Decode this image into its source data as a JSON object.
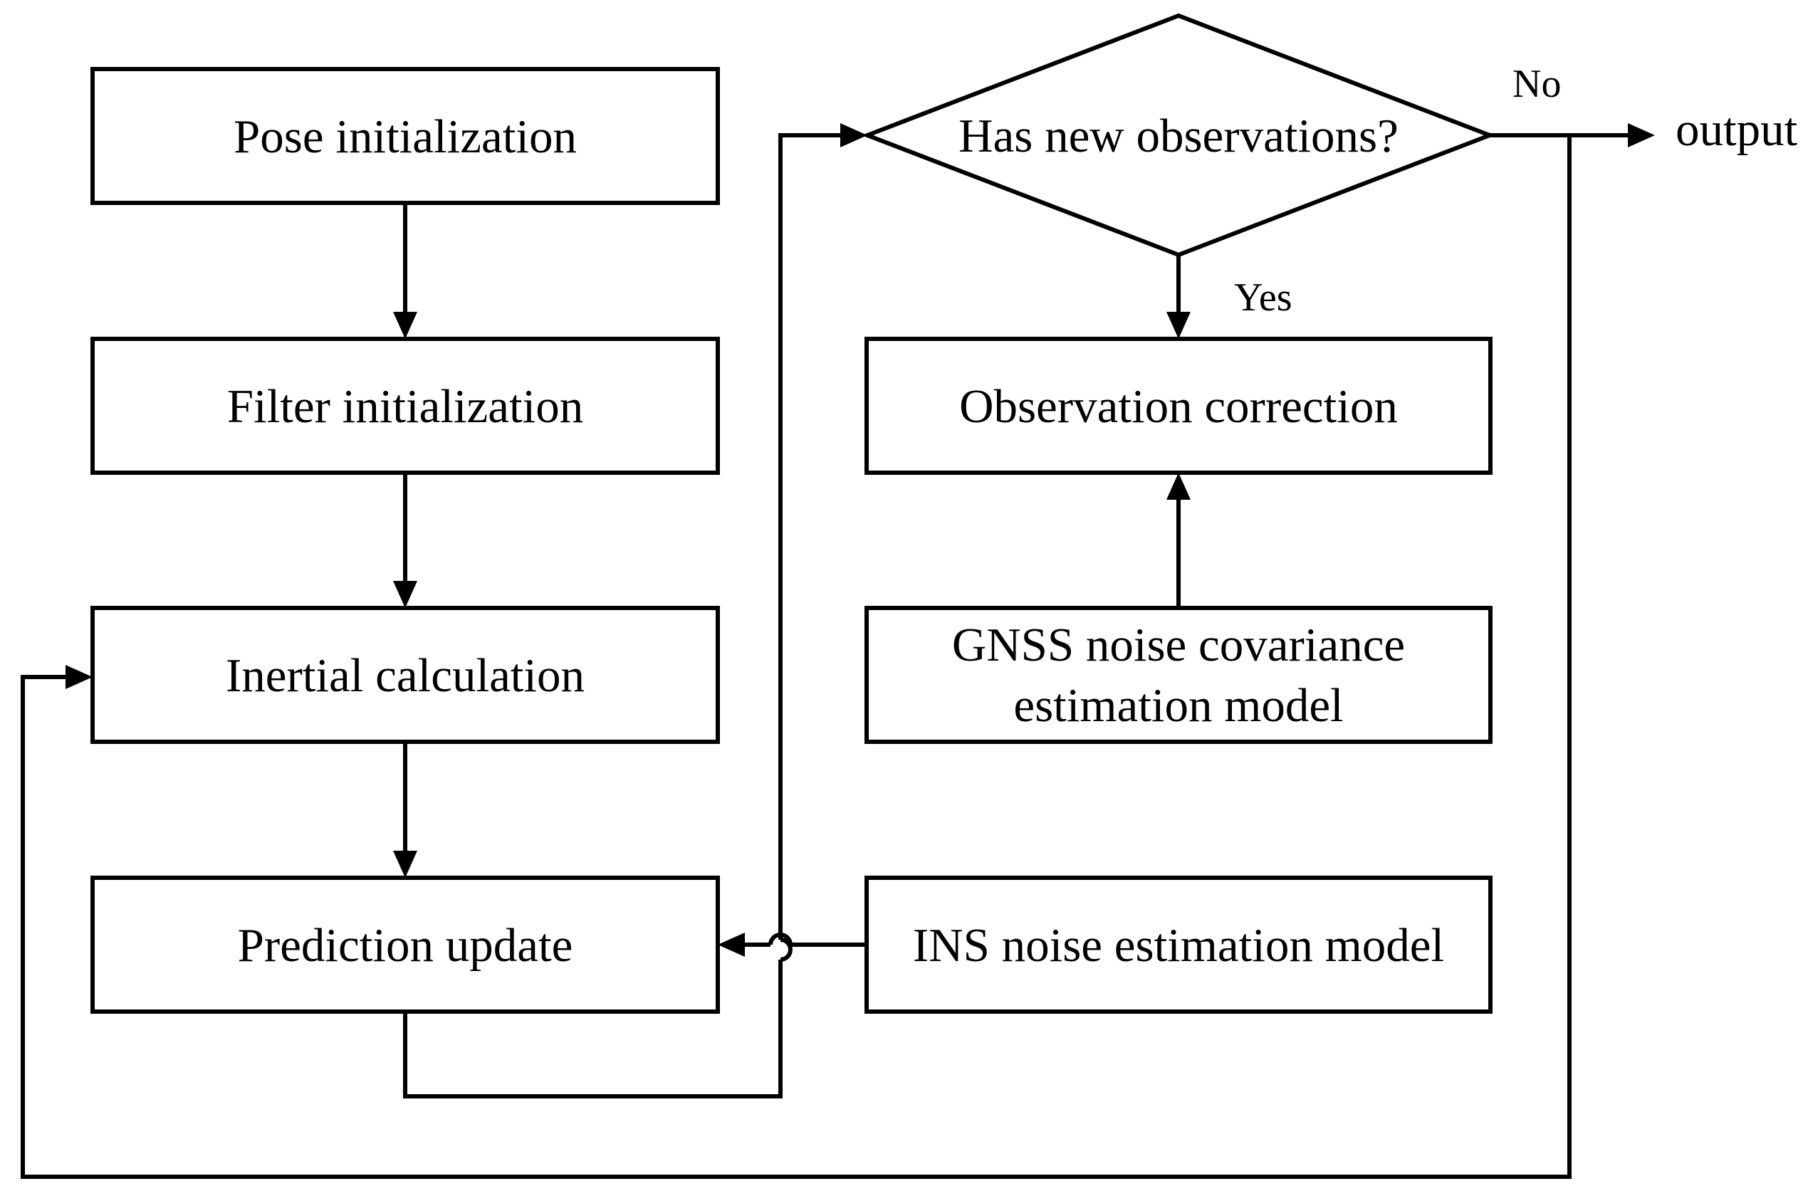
{
  "nodes": {
    "pose_init": "Pose initialization",
    "filter_init": "Filter initialization",
    "inertial_calc": "Inertial calculation",
    "prediction_update": "Prediction update",
    "decision": "Has new observations?",
    "observation_correction": "Observation correction",
    "gnss_model_line1": "GNSS noise covariance",
    "gnss_model_line2": "estimation model",
    "ins_model": "INS noise estimation model"
  },
  "edges": {
    "yes": "Yes",
    "no": "No",
    "output": "output"
  },
  "colors": {
    "stroke": "#000000",
    "background": "#ffffff"
  }
}
